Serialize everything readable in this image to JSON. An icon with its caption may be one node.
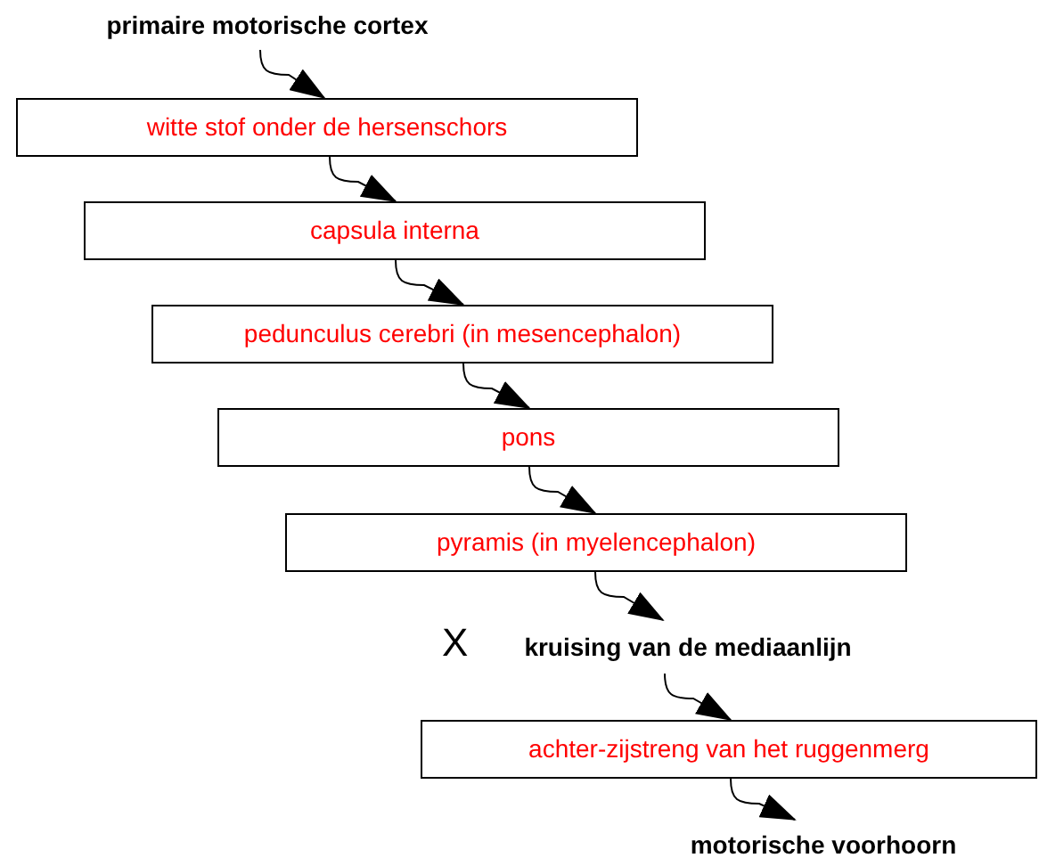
{
  "diagram": {
    "nodes": [
      {
        "text": [
          "primaire motorische cortex"
        ]
      },
      {
        "text": [
          "witte stof onder de hersenschors"
        ]
      },
      {
        "text": [
          "capsula interna"
        ]
      },
      {
        "text": [
          "pedunculus cerebri (in mesencephalon)"
        ]
      },
      {
        "text": [
          "pons"
        ]
      },
      {
        "text": [
          "pyramis (in myelencephalon)"
        ]
      },
      {
        "text": [
          "kruising van de mediaanlijn"
        ],
        "beside": [
          "X"
        ]
      },
      {
        "text": [
          "achter-zijstreng van het ruggenmerg"
        ]
      },
      {
        "text": [
          "motorische voorhoorn"
        ]
      }
    ],
    "edges": [
      {
        "from": 0,
        "to": 1,
        "arrow": "to"
      },
      {
        "from": 1,
        "to": 2,
        "arrow": "to"
      },
      {
        "from": 2,
        "to": 3,
        "arrow": "to"
      },
      {
        "from": 3,
        "to": 4,
        "arrow": "to"
      },
      {
        "from": 4,
        "to": 5,
        "arrow": "to"
      },
      {
        "from": 5,
        "to": 6,
        "arrow": "to"
      },
      {
        "from": 6,
        "to": 7,
        "arrow": "to"
      },
      {
        "from": 7,
        "to": 8,
        "arrow": "to"
      }
    ]
  }
}
